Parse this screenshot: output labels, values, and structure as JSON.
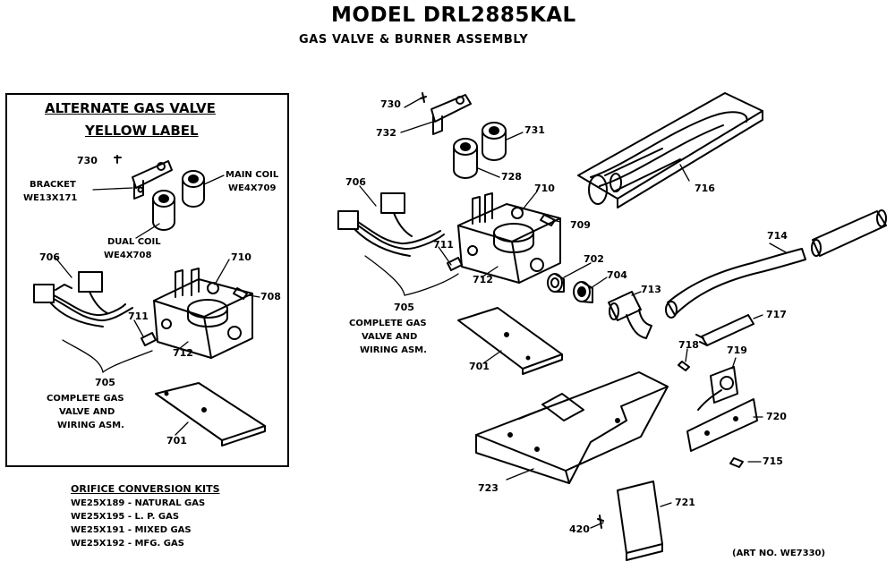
{
  "header": {
    "title": "MODEL DRL2885KAL",
    "subtitle": "GAS VALVE & BURNER ASSEMBLY"
  },
  "alternate": {
    "title": "ALTERNATE GAS VALVE",
    "subtitle": "YELLOW LABEL",
    "bracket_label": "BRACKET",
    "bracket_part": "WE13X171",
    "main_coil_label": "MAIN COIL",
    "main_coil_part": "WE4X709",
    "dual_coil_label": "DUAL COIL",
    "dual_coil_part": "WE4X708",
    "complete_line1": "COMPLETE GAS",
    "complete_line2": "VALVE AND",
    "complete_line3": "WIRING ASM.",
    "callouts": {
      "c730": "730",
      "c706": "706",
      "c710": "710",
      "c708": "708",
      "c711": "711",
      "c712": "712",
      "c705": "705",
      "c701": "701"
    }
  },
  "kits": {
    "heading": "ORIFICE CONVERSION KITS",
    "rows": [
      "WE25X189 - NATURAL GAS",
      "WE25X195 - L. P. GAS",
      "WE25X191 - MIXED GAS",
      "WE25X192 - MFG. GAS"
    ]
  },
  "main": {
    "complete_line1": "COMPLETE GAS",
    "complete_line2": "VALVE AND",
    "complete_line3": "WIRING ASM.",
    "callouts": {
      "c730": "730",
      "c732": "732",
      "c731": "731",
      "c728": "728",
      "c706": "706",
      "c710": "710",
      "c709": "709",
      "c711": "711",
      "c712": "712",
      "c702": "702",
      "c704": "704",
      "c713": "713",
      "c705": "705",
      "c701": "701",
      "c716": "716",
      "c714": "714",
      "c717": "717",
      "c718": "718",
      "c719": "719",
      "c720": "720",
      "c715": "715",
      "c723": "723",
      "c721": "721",
      "c420": "420"
    }
  },
  "footer": {
    "art_no": "(ART NO. WE7330)"
  }
}
